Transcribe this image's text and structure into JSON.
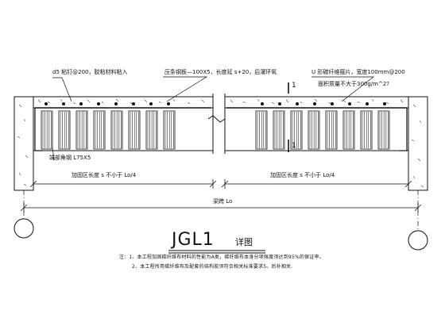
{
  "title": "JGL1",
  "title_suffix": "详图",
  "labels": {
    "anchor_bolt": "d5 粘钉@200，胶粘材料粘入",
    "steel_plate": "压条钢板—100X5，长度延 s+20，后灌环氧",
    "wrap": "U 形碳纤维箍片，宽度100mm@200",
    "wrap_area": "面积质量不大于300g/m^2?",
    "angle": "端部角钢 L75X5",
    "span_left": "加固区长度 s 不小于 Lo/4",
    "span_right": "加固区长度 s 不小于 Lo/4",
    "span_total": "梁跨 Lo",
    "section_mark_top": "1",
    "section_mark_bottom": "1"
  },
  "notes": [
    "注：1、本工程加固碳纤维布材料的性能为A类，碳纤维布本身分项强度须达到95%的保证率。",
    "2、本工程所用碳纤维布及配套的结构胶须符合相关标准要求5。后补相关."
  ]
}
